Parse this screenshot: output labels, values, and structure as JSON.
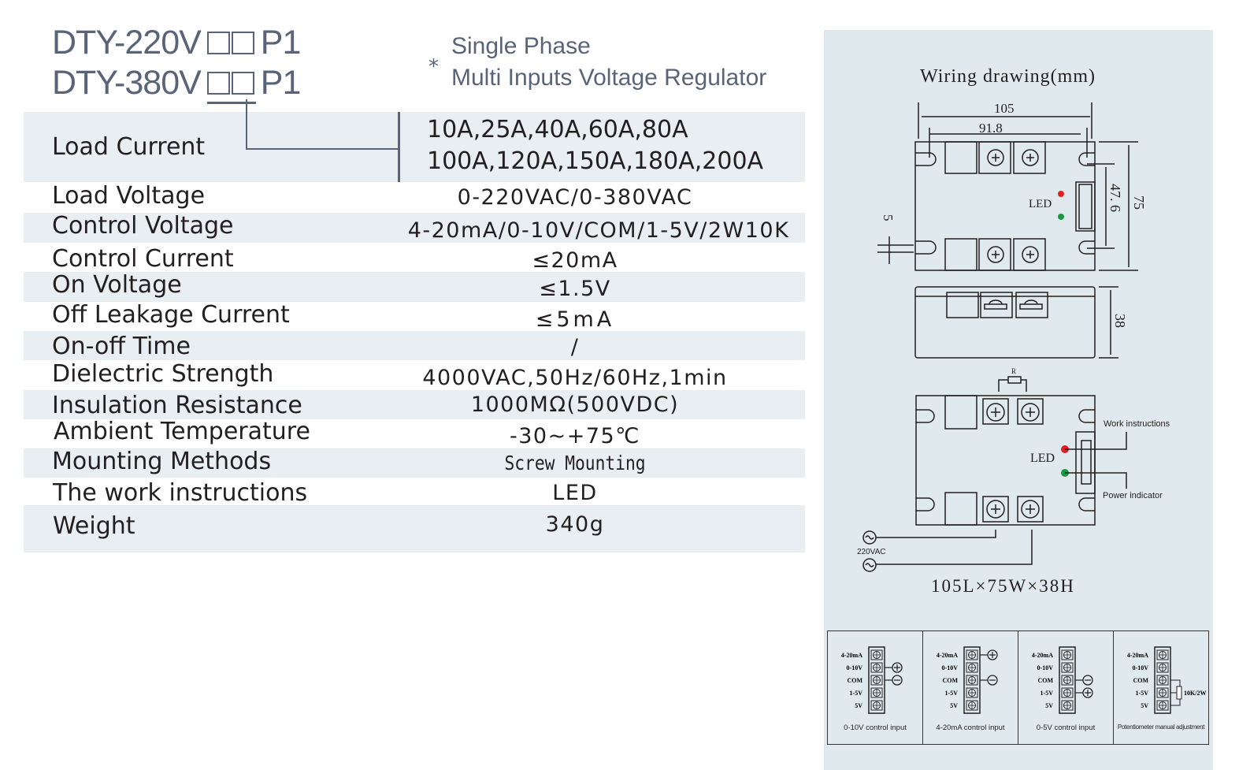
{
  "header": {
    "models": [
      {
        "prefix": "DTY-220V",
        "suffix": "P1"
      },
      {
        "prefix": "DTY-380V",
        "suffix": "P1"
      }
    ],
    "asterisk": "*",
    "subtitle_line1": "Single Phase",
    "subtitle_line2": "Multi Inputs Voltage Regulator"
  },
  "specs": {
    "load_current": {
      "label": "Load Current",
      "line1": "10A,25A,40A,60A,80A",
      "line2": "100A,120A,150A,180A,200A"
    },
    "rows": [
      {
        "label": "Load Voltage",
        "value": "0-220VAC/0-380VAC"
      },
      {
        "label": "Control Voltage",
        "value": "4-20mA/0-10V/COM/1-5V/2W10K"
      },
      {
        "label": "Control Current",
        "value": "≤20mA"
      },
      {
        "label": "On Voltage",
        "value": "≤1.5V"
      },
      {
        "label": "Off Leakage Current",
        "value": "≤5mA"
      },
      {
        "label": "On-off Time",
        "value": "/"
      },
      {
        "label": "Dielectric Strength",
        "value": "4000VAC,50Hz/60Hz,1min"
      },
      {
        "label": "Insulation Resistance",
        "value": "1000MΩ(500VDC)"
      },
      {
        "label": "Ambient Temperature",
        "value": "-30~+75℃"
      },
      {
        "label": "Mounting Methods",
        "value": "Screw Mounting"
      },
      {
        "label": "The work instructions",
        "value": "LED"
      },
      {
        "label": "Weight",
        "value": "340g"
      }
    ]
  },
  "wiring": {
    "title": "Wiring drawing(mm)",
    "dim_105": "105",
    "dim_918": "91.8",
    "dim_75": "75",
    "dim_476": "47. 6",
    "dim_5": "5",
    "dim_38": "38",
    "led": "LED",
    "resistor": "R",
    "work_instructions": "Work instructions",
    "power_indicator": "Power indicator",
    "supply": "220VAC",
    "dimensions": "105L×75W×38H",
    "led_colors": {
      "work": "#e02020",
      "power": "#1a9a40"
    }
  },
  "control_inputs": {
    "terminals": [
      "4-20mA",
      "0-10V",
      "COM",
      "1-5V",
      "5V"
    ],
    "panels": [
      {
        "caption": "0-10V control input"
      },
      {
        "caption": "4-20mA control input"
      },
      {
        "caption": "0-5V control input"
      },
      {
        "caption": "Potentiometer manual adjustment",
        "resistor": "10K/2W"
      }
    ]
  },
  "colors": {
    "heading": "#5a6478",
    "stripe": "#e8eef2",
    "panel": "#dfe9ee"
  }
}
